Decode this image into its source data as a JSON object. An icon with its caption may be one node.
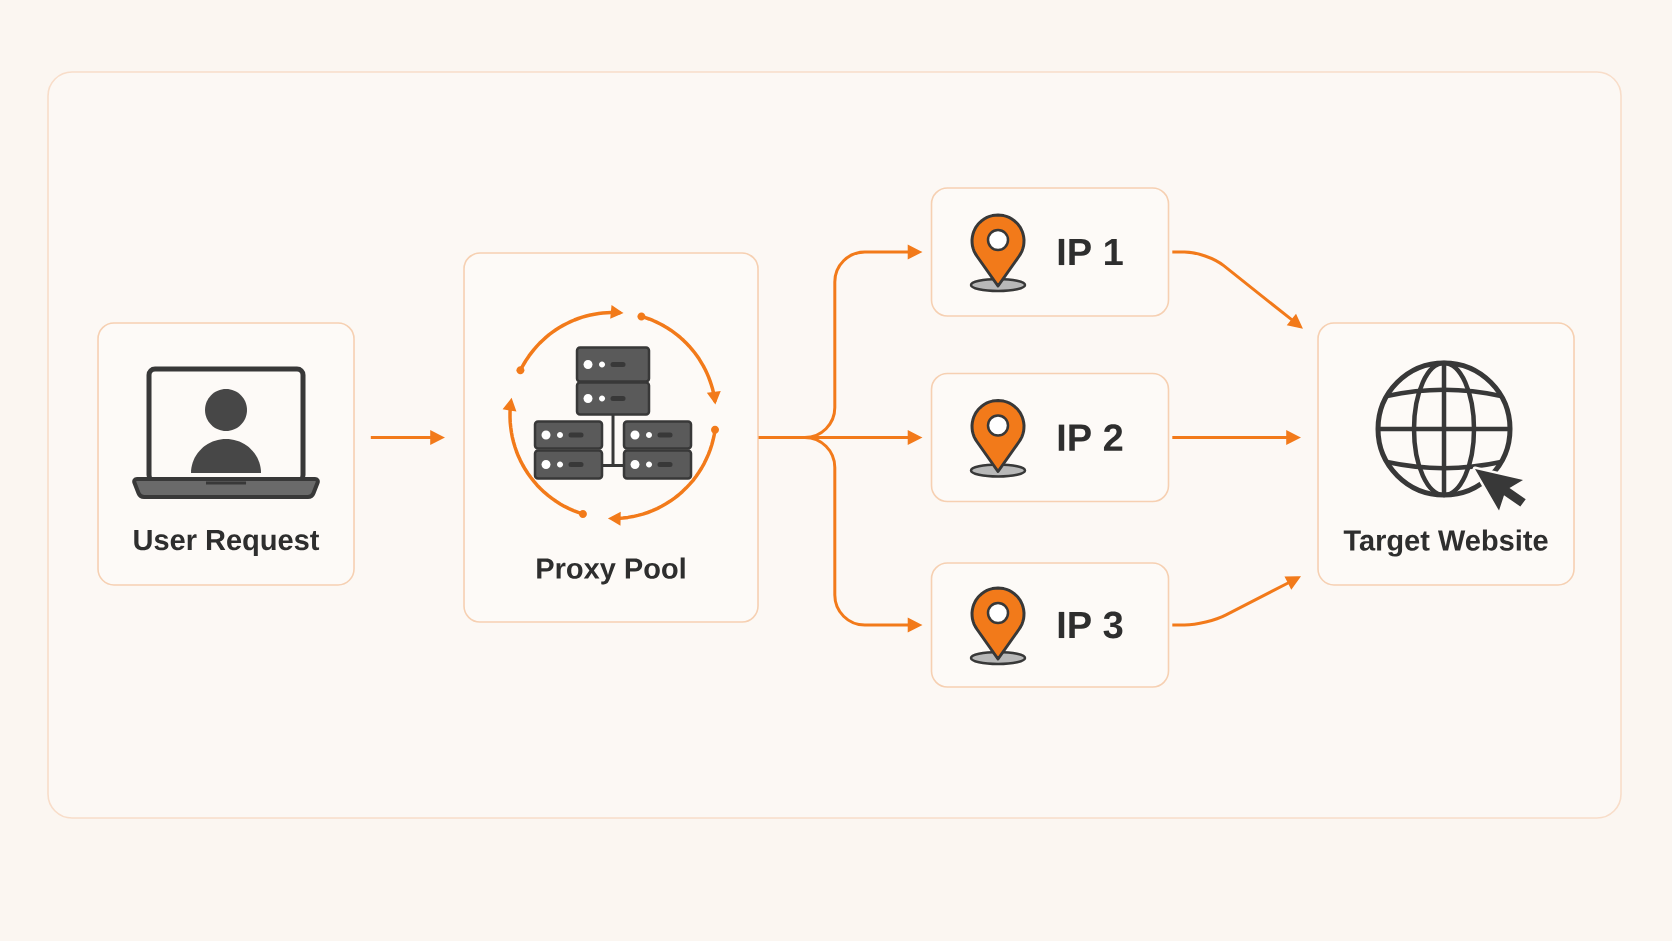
{
  "diagram": {
    "nodes": [
      {
        "text": [
          "User Request"
        ]
      },
      {
        "text": [
          "Proxy Pool"
        ]
      },
      {
        "text": [
          "IP 1"
        ]
      },
      {
        "text": [
          "IP 2"
        ]
      },
      {
        "text": [
          "IP 3"
        ]
      },
      {
        "text": [
          "Target Website"
        ]
      }
    ],
    "edges": [
      {
        "from": 0,
        "to": 1,
        "arrow": "to"
      },
      {
        "from": 1,
        "to": 2,
        "arrow": "to"
      },
      {
        "from": 1,
        "to": 3,
        "arrow": "to"
      },
      {
        "from": 1,
        "to": 4,
        "arrow": "to"
      },
      {
        "from": 2,
        "to": 5,
        "arrow": "to"
      },
      {
        "from": 3,
        "to": 5,
        "arrow": "to"
      },
      {
        "from": 4,
        "to": 5,
        "arrow": "to"
      }
    ]
  }
}
